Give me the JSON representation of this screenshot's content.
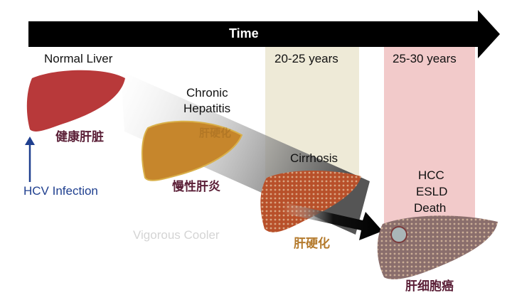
{
  "timeline": {
    "label": "Time"
  },
  "periods": [
    {
      "label": "20-25 years",
      "color": "#eee9d6"
    },
    {
      "label": "25-30 years",
      "color": "#f2c9c9"
    }
  ],
  "stages": [
    {
      "en": "Normal Liver",
      "zh": "健康肝脏",
      "color": "#b8393a"
    },
    {
      "en_lines": [
        "Chronic",
        "Hepatitis"
      ],
      "zh": "慢性肝炎",
      "overlay_zh": "肝硬化",
      "color": "#c6862c"
    },
    {
      "en": "Cirrhosis",
      "zh": "肝硬化",
      "color": "#b8502a"
    },
    {
      "en_lines": [
        "HCC",
        "ESLD",
        "Death"
      ],
      "zh": "肝细胞癌",
      "color": "#8a6e6c"
    }
  ],
  "trigger": {
    "label": "HCV Infection",
    "color": "#1f3f8f"
  },
  "watermark": "Vigorous Cooler",
  "colors": {
    "zh_label": "#5a1e36",
    "cirrhosis_zh": "#b47a2c"
  }
}
